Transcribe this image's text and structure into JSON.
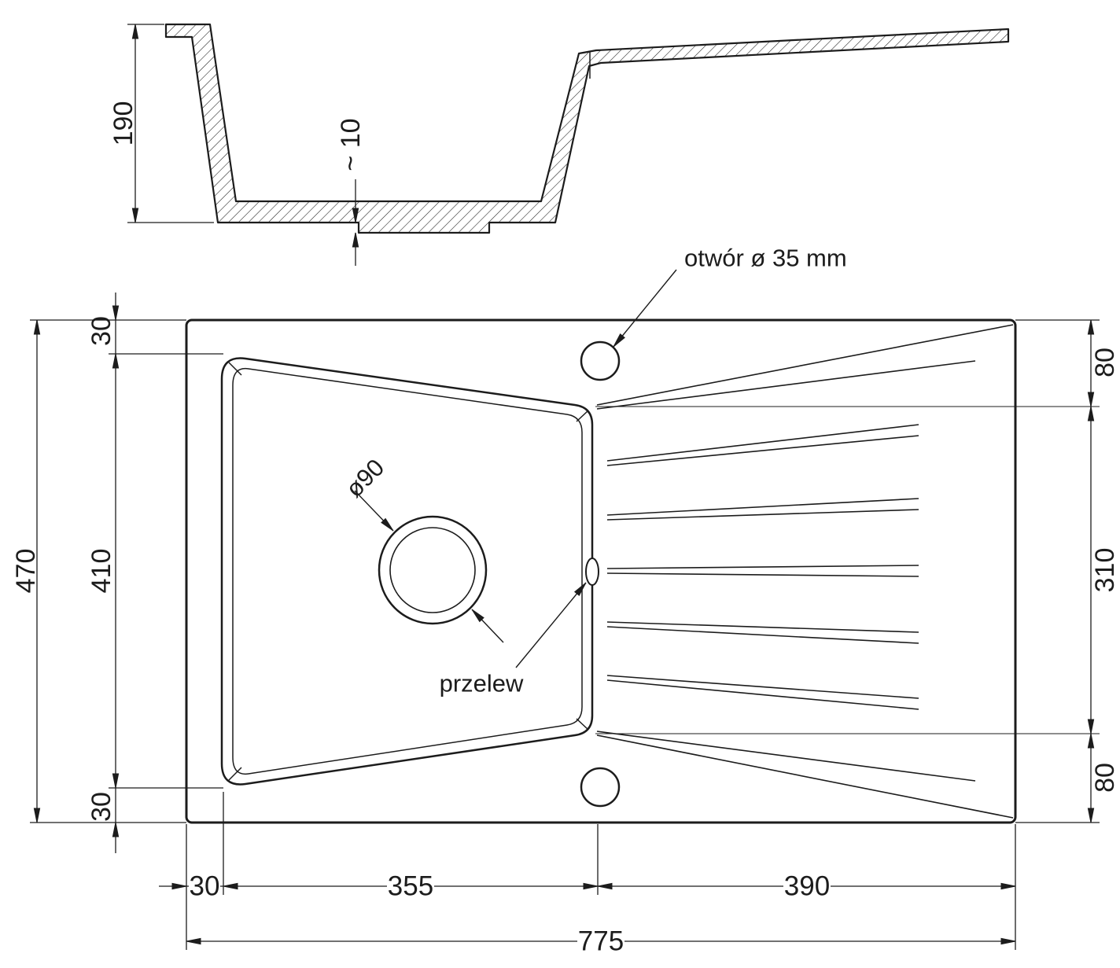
{
  "section_view": {
    "dim_depth": "190",
    "dim_bottom_pad": "~ 10"
  },
  "plan_view": {
    "label_tap_hole": "otwór ø 35 mm",
    "label_drain_diameter": "ø90",
    "label_overflow": "przelew",
    "dim_total_height": "470",
    "dim_rim_top": "30",
    "dim_bowl_height": "410",
    "dim_rim_bottom": "30",
    "dim_drainer_top_offset": "80",
    "dim_drainer_height": "310",
    "dim_drainer_bottom_offset": "80",
    "dim_rim_left": "30",
    "dim_bowl_width": "355",
    "dim_drainer_width": "390",
    "dim_total_width": "775"
  },
  "colors": {
    "ink": "#1c1c1c",
    "bg": "#ffffff"
  }
}
